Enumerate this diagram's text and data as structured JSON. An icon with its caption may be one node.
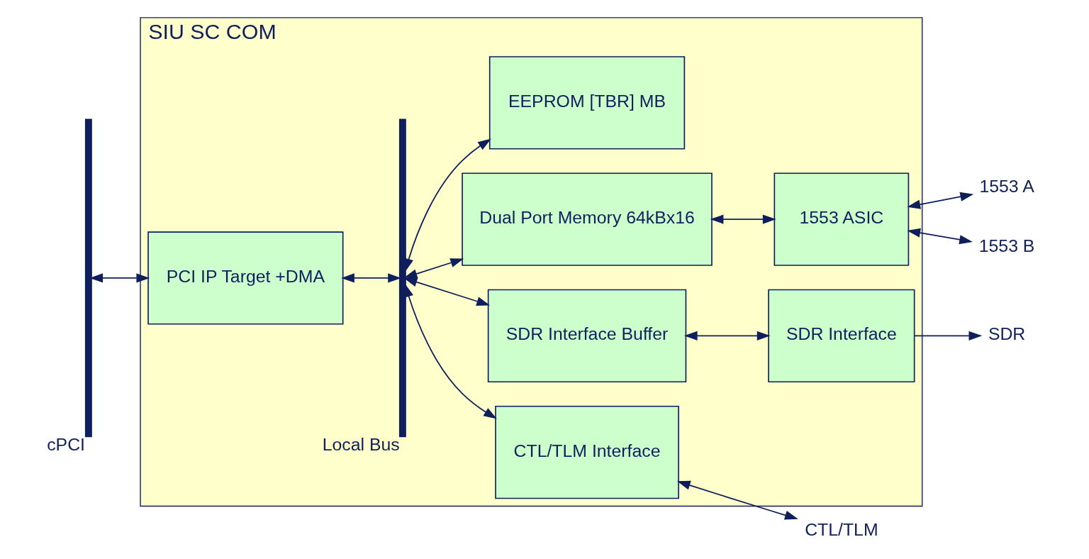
{
  "diagram": {
    "nodes": [
      {
        "text": [
          "SIU SC COM"
        ]
      },
      {
        "text": [],
        "shape": "bar",
        "beside": [
          "cPCI"
        ]
      },
      {
        "text": [
          "PCI IP Target +DMA"
        ],
        "in": 0
      },
      {
        "text": [],
        "shape": "bar",
        "beside": [
          "Local Bus"
        ],
        "in": 0
      },
      {
        "text": [
          "Dual Port Memory 64kBx16"
        ],
        "in": 0
      },
      {
        "text": [
          "1553 ASIC"
        ],
        "in": 0
      },
      {
        "text": [
          "SDR Interface Buffer"
        ],
        "in": 0
      },
      {
        "text": [
          "SDR Interface"
        ],
        "in": 0
      },
      {
        "text": [
          "CTL/TLM Interface"
        ],
        "in": 0
      },
      {
        "text": [
          "EEPROM [TBR] MB"
        ],
        "in": 0
      },
      {
        "text": [
          "1553 A"
        ]
      },
      {
        "text": [
          "1553 B"
        ]
      },
      {
        "text": [
          "SDR"
        ]
      },
      {
        "text": [
          "CTL/TLM"
        ]
      }
    ],
    "edges": [
      {
        "from": 1,
        "to": 2,
        "arrow": "both"
      },
      {
        "from": 2,
        "to": 3,
        "arrow": "both"
      },
      {
        "from": 3,
        "to": 4,
        "arrow": "both"
      },
      {
        "from": 4,
        "to": 5,
        "arrow": "both"
      },
      {
        "from": 5,
        "to": 10,
        "arrow": "both"
      },
      {
        "from": 5,
        "to": 11,
        "arrow": "both"
      },
      {
        "from": 3,
        "to": 6,
        "arrow": "both"
      },
      {
        "from": 6,
        "to": 7,
        "arrow": "both"
      },
      {
        "from": 7,
        "to": 12,
        "arrow": "to"
      },
      {
        "from": 3,
        "to": 8,
        "arrow": "both"
      },
      {
        "from": 8,
        "to": 13,
        "arrow": "both"
      },
      {
        "from": 3,
        "to": 9,
        "arrow": "both"
      }
    ]
  }
}
